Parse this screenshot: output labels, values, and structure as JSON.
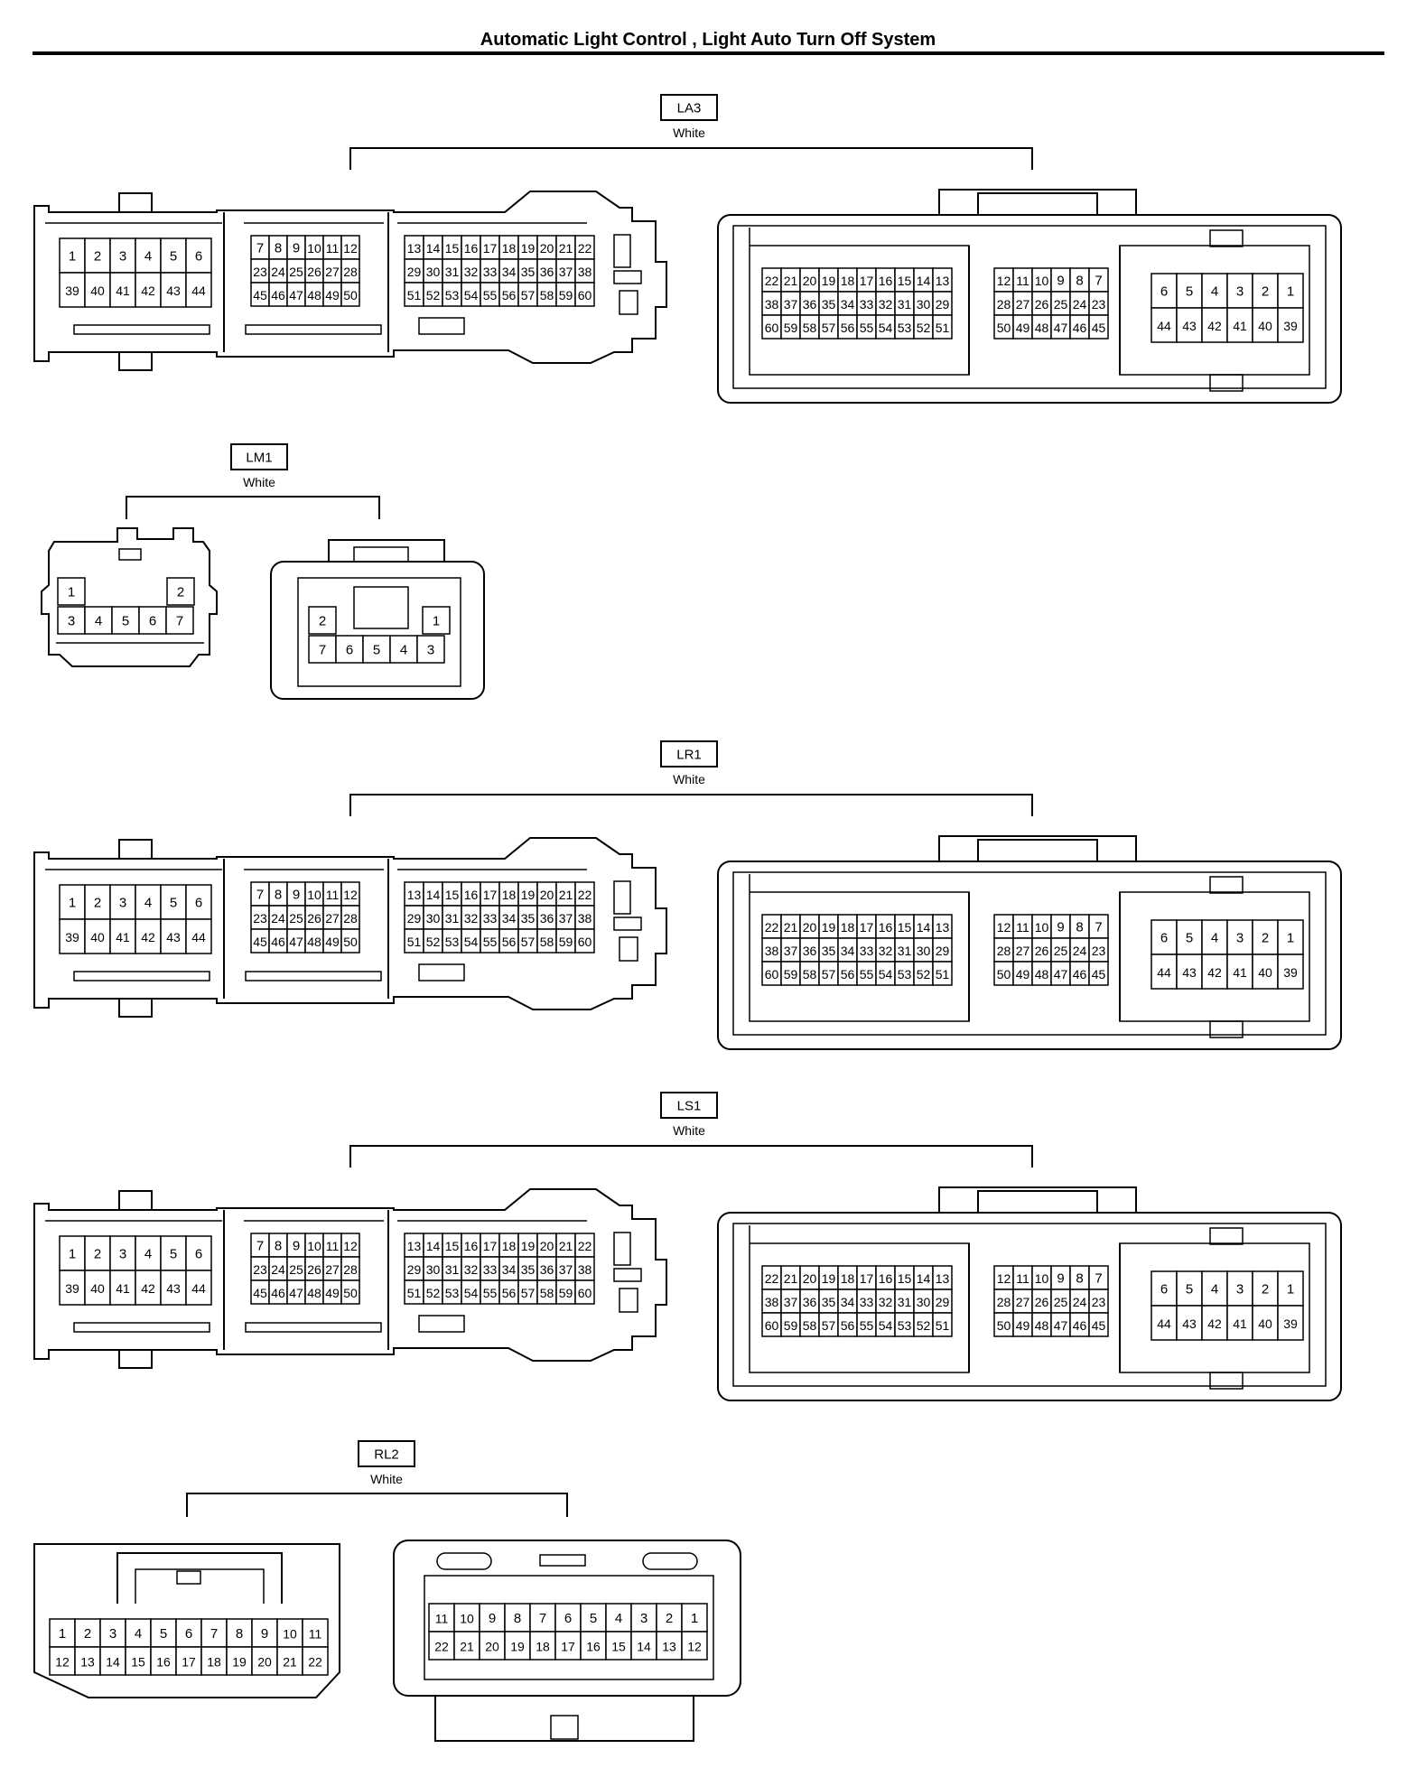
{
  "title": "Automatic Light Control , Light Auto Turn Off System",
  "connectors": [
    {
      "id": "LA3",
      "color": "White",
      "kind": "ecu",
      "male": {
        "groups": [
          {
            "rows": [
              [
                "1",
                "2",
                "3",
                "4",
                "5",
                "6"
              ],
              [
                "39",
                "40",
                "41",
                "42",
                "43",
                "44"
              ]
            ]
          },
          {
            "rows": [
              [
                "7",
                "8",
                "9",
                "10",
                "11",
                "12"
              ],
              [
                "23",
                "24",
                "25",
                "26",
                "27",
                "28"
              ],
              [
                "45",
                "46",
                "47",
                "48",
                "49",
                "50"
              ]
            ]
          },
          {
            "rows": [
              [
                "13",
                "14",
                "15",
                "16",
                "17",
                "18",
                "19",
                "20",
                "21",
                "22"
              ],
              [
                "29",
                "30",
                "31",
                "32",
                "33",
                "34",
                "35",
                "36",
                "37",
                "38"
              ],
              [
                "51",
                "52",
                "53",
                "54",
                "55",
                "56",
                "57",
                "58",
                "59",
                "60"
              ]
            ]
          }
        ]
      },
      "female": {
        "groups": [
          {
            "rows": [
              [
                "22",
                "21",
                "20",
                "19",
                "18",
                "17",
                "16",
                "15",
                "14",
                "13"
              ],
              [
                "38",
                "37",
                "36",
                "35",
                "34",
                "33",
                "32",
                "31",
                "30",
                "29"
              ],
              [
                "60",
                "59",
                "58",
                "57",
                "56",
                "55",
                "54",
                "53",
                "52",
                "51"
              ]
            ]
          },
          {
            "rows": [
              [
                "12",
                "11",
                "10",
                "9",
                "8",
                "7"
              ],
              [
                "28",
                "27",
                "26",
                "25",
                "24",
                "23"
              ],
              [
                "50",
                "49",
                "48",
                "47",
                "46",
                "45"
              ]
            ]
          },
          {
            "rows": [
              [
                "6",
                "5",
                "4",
                "3",
                "2",
                "1"
              ],
              [
                "44",
                "43",
                "42",
                "41",
                "40",
                "39"
              ]
            ]
          }
        ]
      }
    },
    {
      "id": "LM1",
      "color": "White",
      "kind": "small7",
      "male": {
        "top": [
          "1",
          "2"
        ],
        "bottom": [
          "3",
          "4",
          "5",
          "6",
          "7"
        ]
      },
      "female": {
        "top": [
          "2",
          "1"
        ],
        "bottom": [
          "7",
          "6",
          "5",
          "4",
          "3"
        ]
      }
    },
    {
      "id": "LR1",
      "color": "White",
      "kind": "ecu",
      "male": {
        "groups": [
          {
            "rows": [
              [
                "1",
                "2",
                "3",
                "4",
                "5",
                "6"
              ],
              [
                "39",
                "40",
                "41",
                "42",
                "43",
                "44"
              ]
            ]
          },
          {
            "rows": [
              [
                "7",
                "8",
                "9",
                "10",
                "11",
                "12"
              ],
              [
                "23",
                "24",
                "25",
                "26",
                "27",
                "28"
              ],
              [
                "45",
                "46",
                "47",
                "48",
                "49",
                "50"
              ]
            ]
          },
          {
            "rows": [
              [
                "13",
                "14",
                "15",
                "16",
                "17",
                "18",
                "19",
                "20",
                "21",
                "22"
              ],
              [
                "29",
                "30",
                "31",
                "32",
                "33",
                "34",
                "35",
                "36",
                "37",
                "38"
              ],
              [
                "51",
                "52",
                "53",
                "54",
                "55",
                "56",
                "57",
                "58",
                "59",
                "60"
              ]
            ]
          }
        ]
      },
      "female": {
        "groups": [
          {
            "rows": [
              [
                "22",
                "21",
                "20",
                "19",
                "18",
                "17",
                "16",
                "15",
                "14",
                "13"
              ],
              [
                "38",
                "37",
                "36",
                "35",
                "34",
                "33",
                "32",
                "31",
                "30",
                "29"
              ],
              [
                "60",
                "59",
                "58",
                "57",
                "56",
                "55",
                "54",
                "53",
                "52",
                "51"
              ]
            ]
          },
          {
            "rows": [
              [
                "12",
                "11",
                "10",
                "9",
                "8",
                "7"
              ],
              [
                "28",
                "27",
                "26",
                "25",
                "24",
                "23"
              ],
              [
                "50",
                "49",
                "48",
                "47",
                "46",
                "45"
              ]
            ]
          },
          {
            "rows": [
              [
                "6",
                "5",
                "4",
                "3",
                "2",
                "1"
              ],
              [
                "44",
                "43",
                "42",
                "41",
                "40",
                "39"
              ]
            ]
          }
        ]
      }
    },
    {
      "id": "LS1",
      "color": "White",
      "kind": "ecu",
      "male": {
        "groups": [
          {
            "rows": [
              [
                "1",
                "2",
                "3",
                "4",
                "5",
                "6"
              ],
              [
                "39",
                "40",
                "41",
                "42",
                "43",
                "44"
              ]
            ]
          },
          {
            "rows": [
              [
                "7",
                "8",
                "9",
                "10",
                "11",
                "12"
              ],
              [
                "23",
                "24",
                "25",
                "26",
                "27",
                "28"
              ],
              [
                "45",
                "46",
                "47",
                "48",
                "49",
                "50"
              ]
            ]
          },
          {
            "rows": [
              [
                "13",
                "14",
                "15",
                "16",
                "17",
                "18",
                "19",
                "20",
                "21",
                "22"
              ],
              [
                "29",
                "30",
                "31",
                "32",
                "33",
                "34",
                "35",
                "36",
                "37",
                "38"
              ],
              [
                "51",
                "52",
                "53",
                "54",
                "55",
                "56",
                "57",
                "58",
                "59",
                "60"
              ]
            ]
          }
        ]
      },
      "female": {
        "groups": [
          {
            "rows": [
              [
                "22",
                "21",
                "20",
                "19",
                "18",
                "17",
                "16",
                "15",
                "14",
                "13"
              ],
              [
                "38",
                "37",
                "36",
                "35",
                "34",
                "33",
                "32",
                "31",
                "30",
                "29"
              ],
              [
                "60",
                "59",
                "58",
                "57",
                "56",
                "55",
                "54",
                "53",
                "52",
                "51"
              ]
            ]
          },
          {
            "rows": [
              [
                "12",
                "11",
                "10",
                "9",
                "8",
                "7"
              ],
              [
                "28",
                "27",
                "26",
                "25",
                "24",
                "23"
              ],
              [
                "50",
                "49",
                "48",
                "47",
                "46",
                "45"
              ]
            ]
          },
          {
            "rows": [
              [
                "6",
                "5",
                "4",
                "3",
                "2",
                "1"
              ],
              [
                "44",
                "43",
                "42",
                "41",
                "40",
                "39"
              ]
            ]
          }
        ]
      }
    },
    {
      "id": "RL2",
      "color": "White",
      "kind": "row22",
      "male": {
        "rows": [
          [
            "1",
            "2",
            "3",
            "4",
            "5",
            "6",
            "7",
            "8",
            "9",
            "10",
            "11"
          ],
          [
            "12",
            "13",
            "14",
            "15",
            "16",
            "17",
            "18",
            "19",
            "20",
            "21",
            "22"
          ]
        ]
      },
      "female": {
        "rows": [
          [
            "11",
            "10",
            "9",
            "8",
            "7",
            "6",
            "5",
            "4",
            "3",
            "2",
            "1"
          ],
          [
            "22",
            "21",
            "20",
            "19",
            "18",
            "17",
            "16",
            "15",
            "14",
            "13",
            "12"
          ]
        ]
      }
    }
  ]
}
